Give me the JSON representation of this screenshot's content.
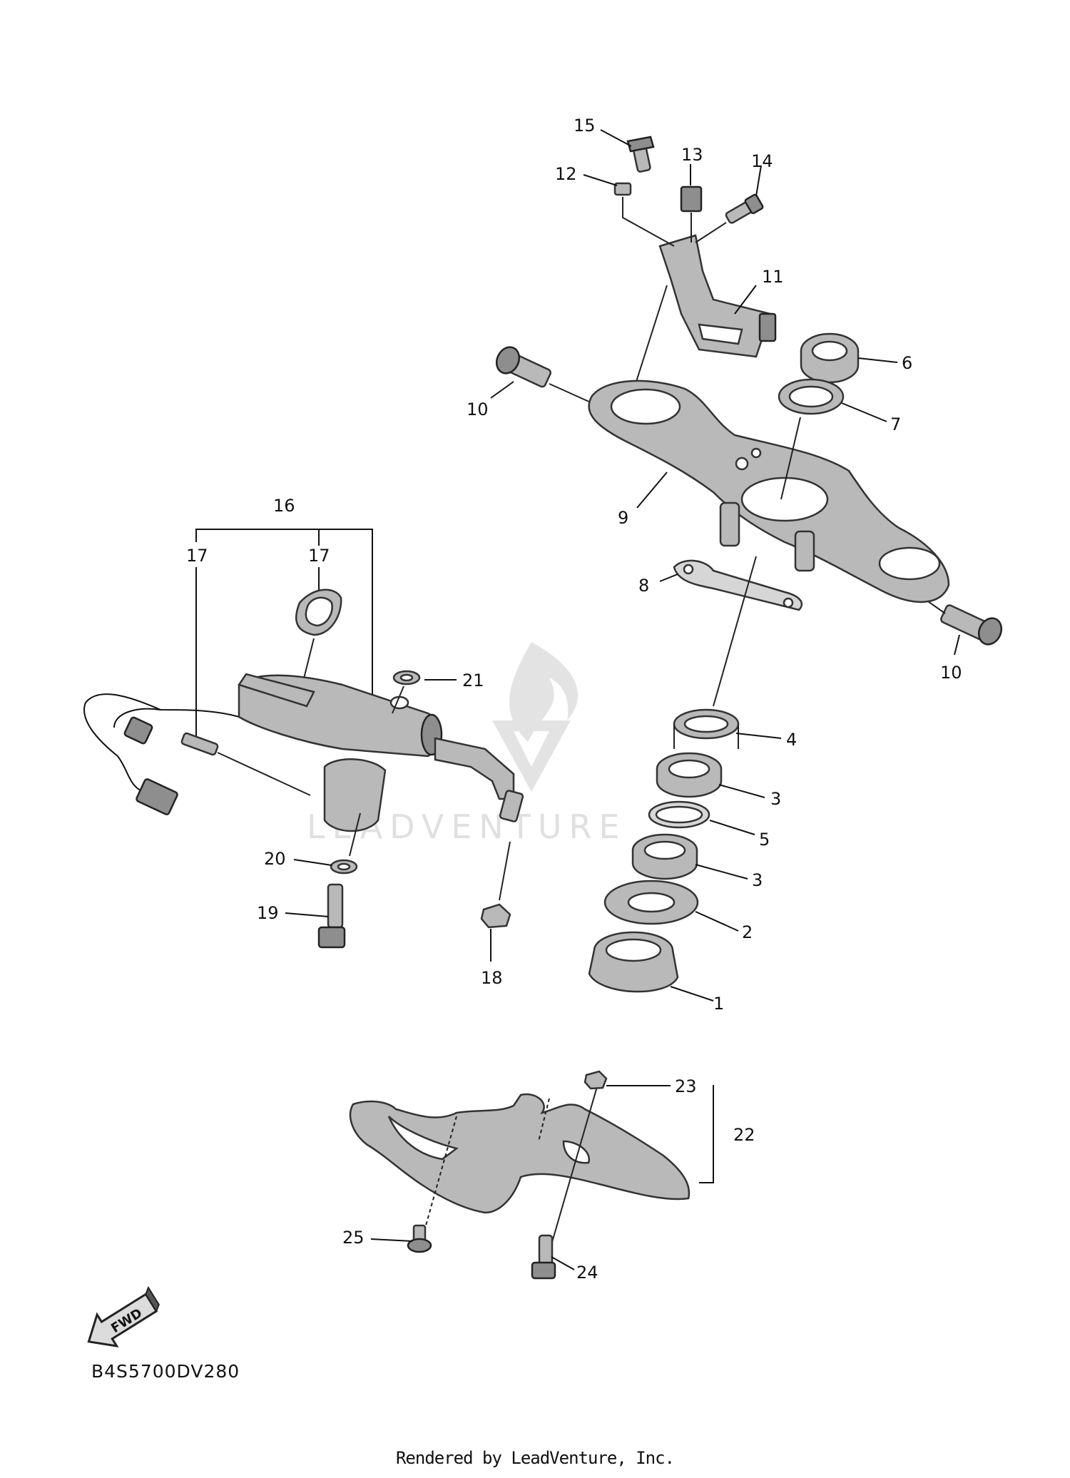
{
  "diagram_code": "B4S5700DV280",
  "footer_credit": "Rendered by LeadVenture, Inc.",
  "watermark_text": "LEADVENTURE",
  "fwd_label": "FWD",
  "callouts": {
    "c1": "1",
    "c2": "2",
    "c3a": "3",
    "c3b": "3",
    "c4": "4",
    "c5": "5",
    "c6": "6",
    "c7": "7",
    "c8": "8",
    "c9": "9",
    "c10a": "10",
    "c10b": "10",
    "c11": "11",
    "c12": "12",
    "c13": "13",
    "c14": "14",
    "c15": "15",
    "c16": "16",
    "c17a": "17",
    "c17b": "17",
    "c18": "18",
    "c19": "19",
    "c20": "20",
    "c21": "21",
    "c22": "22",
    "c23": "23",
    "c24": "24",
    "c25": "25"
  },
  "colors": {
    "part_fill": "#b9b9b9",
    "outline": "#333333",
    "watermark": "#e0e0e0"
  }
}
